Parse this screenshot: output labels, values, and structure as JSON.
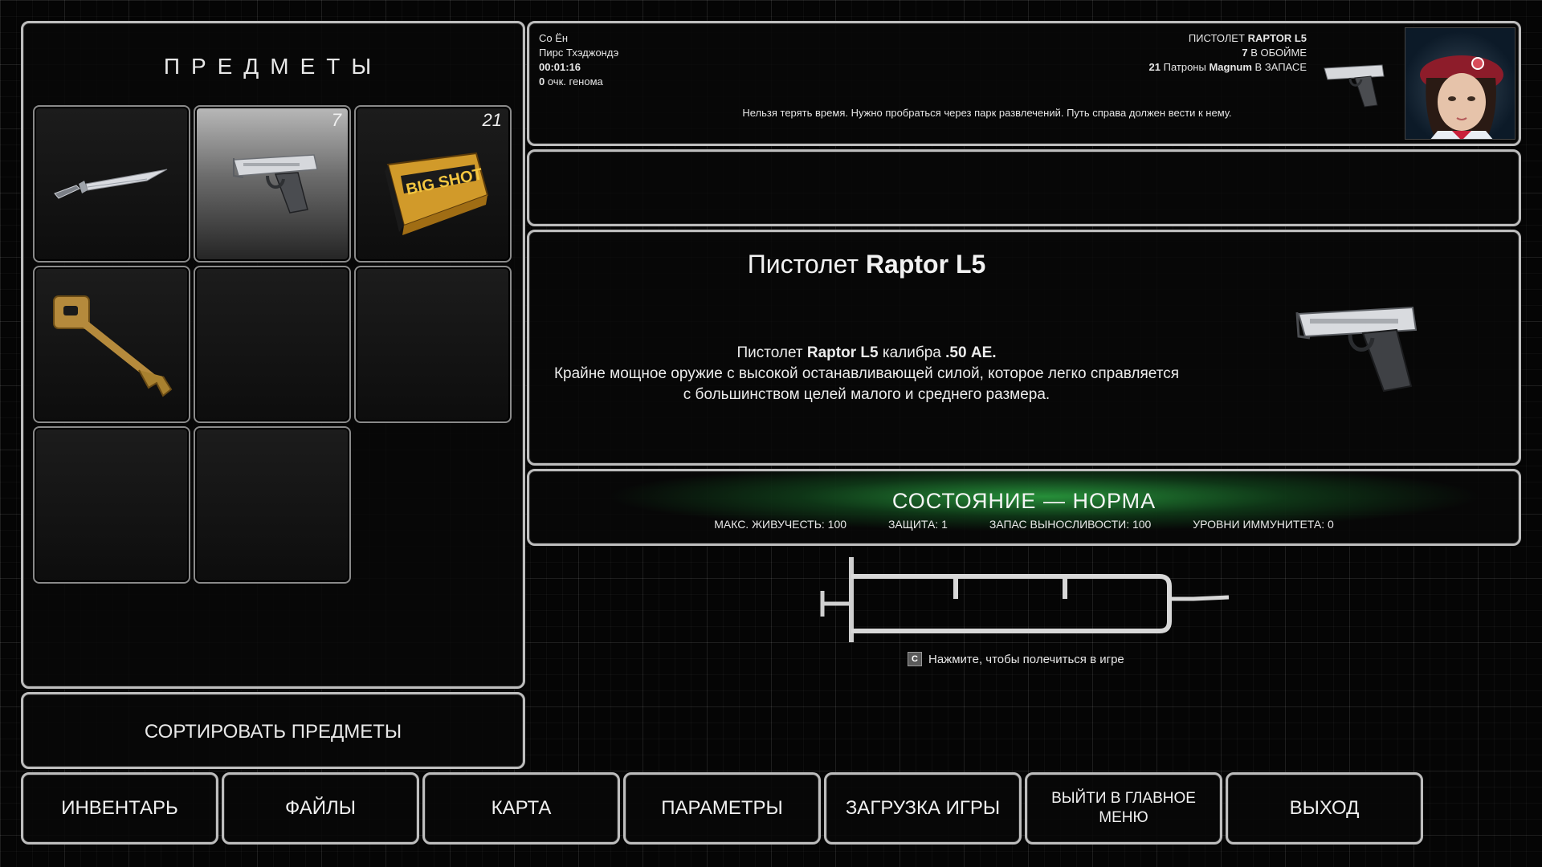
{
  "items_panel": {
    "title": "ПРЕДМЕТЫ",
    "slots": [
      {
        "icon": "knife-icon",
        "count": ""
      },
      {
        "icon": "pistol-icon",
        "count": "7",
        "selected": true
      },
      {
        "icon": "ammo-box-icon",
        "count": "21",
        "box_label": "BIG SHOT"
      },
      {
        "icon": "key-icon",
        "count": ""
      },
      {
        "icon": "",
        "count": ""
      },
      {
        "icon": "",
        "count": ""
      },
      {
        "icon": "",
        "count": ""
      },
      {
        "icon": "",
        "count": ""
      }
    ],
    "sort_label": "СОРТИРОВАТЬ ПРЕДМЕТЫ"
  },
  "header": {
    "character_name": "Со Ён",
    "location": "Пирс Тхэджондэ",
    "time": "00:01:16",
    "genome_value": "0",
    "genome_label": "очк. генома",
    "weapon_prefix": "ПИСТОЛЕТ",
    "weapon_name": "RAPTOR L5",
    "clip_count": "7",
    "clip_label": "В ОБОЙМЕ",
    "reserve_count": "21",
    "reserve_mid": "Патроны",
    "reserve_ammo": "Magnum",
    "reserve_label": "В ЗАПАСЕ",
    "hint": "Нельзя терять время. Нужно пробраться через парк развлечений. Путь справа должен вести к нему."
  },
  "description": {
    "title_prefix": "Пистолет",
    "title_name": "Raptor L5",
    "line1_prefix": "Пистолет",
    "line1_name": "Raptor L5",
    "line1_mid": "калибра",
    "line1_caliber": ".50 AE.",
    "line2": "Крайне мощное оружие с высокой останавливающей силой, которое легко справляется",
    "line3": "с большинством целей малого и среднего размера."
  },
  "status": {
    "title": "СОСТОЯНИЕ — НОРМА",
    "stats": [
      "МАКС. ЖИВУЧЕСТЬ: 100",
      "ЗАЩИТА: 1",
      "ЗАПАС ВЫНОСЛИВОСТИ: 100",
      "УРОВНИ ИММУНИТЕТА: 0"
    ],
    "heal_key": "C",
    "heal_hint": "Нажмите, чтобы полечиться в игре"
  },
  "nav": [
    {
      "label": "ИНВЕНТАРЬ"
    },
    {
      "label": "ФАЙЛЫ"
    },
    {
      "label": "КАРТА"
    },
    {
      "label": "ПАРАМЕТРЫ"
    },
    {
      "label": "ЗАГРУЗКА ИГРЫ"
    },
    {
      "label": "ВЫЙТИ В ГЛАВНОЕ МЕНЮ"
    },
    {
      "label": "ВЫХОД"
    }
  ],
  "colors": {
    "status_green": "#2a9a3c",
    "panel_border": "#bdbdbd",
    "background": "#050505"
  }
}
